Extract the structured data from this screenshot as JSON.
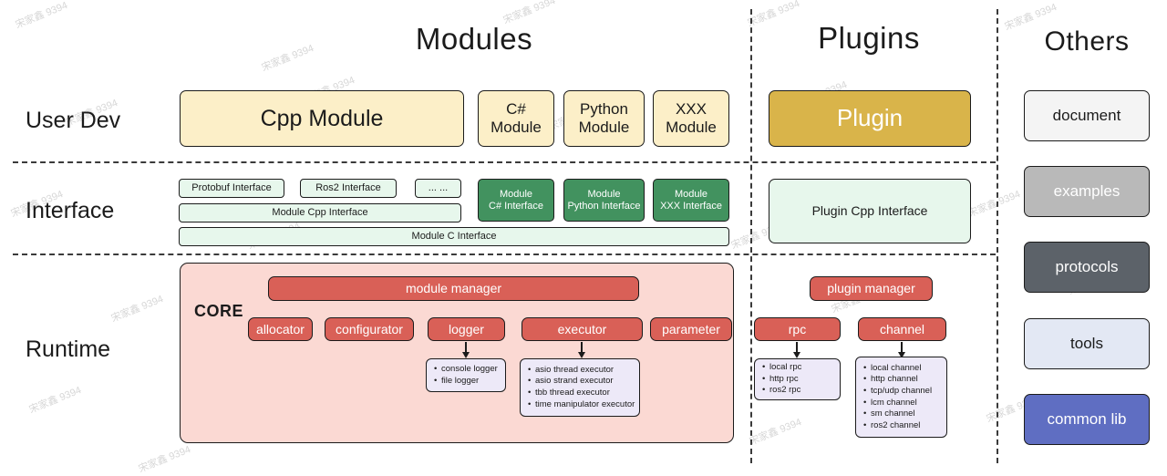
{
  "watermark": {
    "text": "宋家鑫 9394"
  },
  "columns": {
    "modules": "Modules",
    "plugins": "Plugins",
    "others": "Others"
  },
  "rows": {
    "user_dev": "User Dev",
    "interface": "Interface",
    "runtime": "Runtime"
  },
  "user_dev": {
    "cpp_module": "Cpp Module",
    "csharp_module": {
      "l1": "C#",
      "l2": "Module"
    },
    "python_module": {
      "l1": "Python",
      "l2": "Module"
    },
    "xxx_module": {
      "l1": "XXX",
      "l2": "Module"
    },
    "plugin": "Plugin"
  },
  "interface": {
    "protobuf": "Protobuf Interface",
    "ros2": "Ros2 Interface",
    "dots": "... ...",
    "module_cpp": "Module Cpp Interface",
    "module_c": "Module C Interface",
    "module_csharp": {
      "l1": "Module",
      "l2": "C# Interface"
    },
    "module_python": {
      "l1": "Module",
      "l2": "Python Interface"
    },
    "module_xxx": {
      "l1": "Module",
      "l2": "XXX Interface"
    },
    "plugin_cpp": "Plugin Cpp Interface"
  },
  "runtime": {
    "core_label": "CORE",
    "module_manager": "module manager",
    "plugin_manager": "plugin manager",
    "components": {
      "allocator": "allocator",
      "configurator": "configurator",
      "logger": "logger",
      "executor": "executor",
      "parameter": "parameter",
      "rpc": "rpc",
      "channel": "channel"
    },
    "logger_items": [
      "console logger",
      "file logger"
    ],
    "executor_items": [
      "asio thread executor",
      "asio strand executor",
      "tbb thread executor",
      "time manipulator executor"
    ],
    "rpc_items": [
      "local rpc",
      "http rpc",
      "ros2 rpc"
    ],
    "channel_items": [
      "local channel",
      "http channel",
      "tcp/udp channel",
      "lcm channel",
      "sm channel",
      "ros2 channel"
    ]
  },
  "others": {
    "items": [
      {
        "label": "document"
      },
      {
        "label": "examples"
      },
      {
        "label": "protocols"
      },
      {
        "label": "tools"
      },
      {
        "label": "common lib"
      }
    ]
  },
  "colors": {
    "cream": "#FCEFC8",
    "gold": "#D9B44A",
    "mint": "#E7F7EC",
    "green": "#42925F",
    "core_pink": "#FBD9D3",
    "red": "#D96057",
    "lavender": "#EDE9F8",
    "examples_gray": "#B9B9B9",
    "protocols_gray": "#5C6269",
    "tools_blue": "#E3E8F4",
    "common_lib_indigo": "#5F6EC2"
  }
}
